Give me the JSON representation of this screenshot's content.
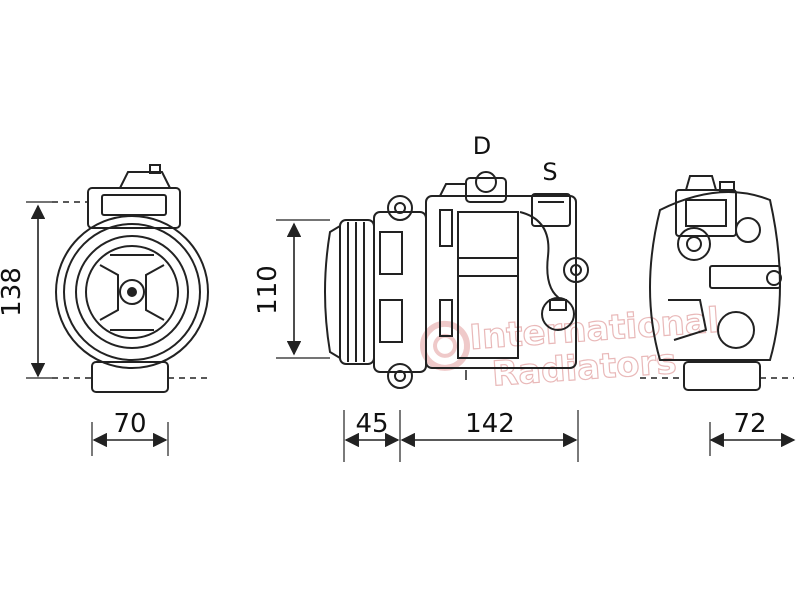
{
  "dimensions": {
    "front_height": "138",
    "front_width": "70",
    "side_height": "110",
    "pulley_length": "45",
    "body_length": "142",
    "rear_width": "72"
  },
  "port_labels": {
    "discharge": "D",
    "suction": "S"
  },
  "watermark": {
    "line1": "International",
    "line2": "Radiators"
  },
  "colors": {
    "line": "#222222",
    "watermark": "#e9b9b9"
  }
}
